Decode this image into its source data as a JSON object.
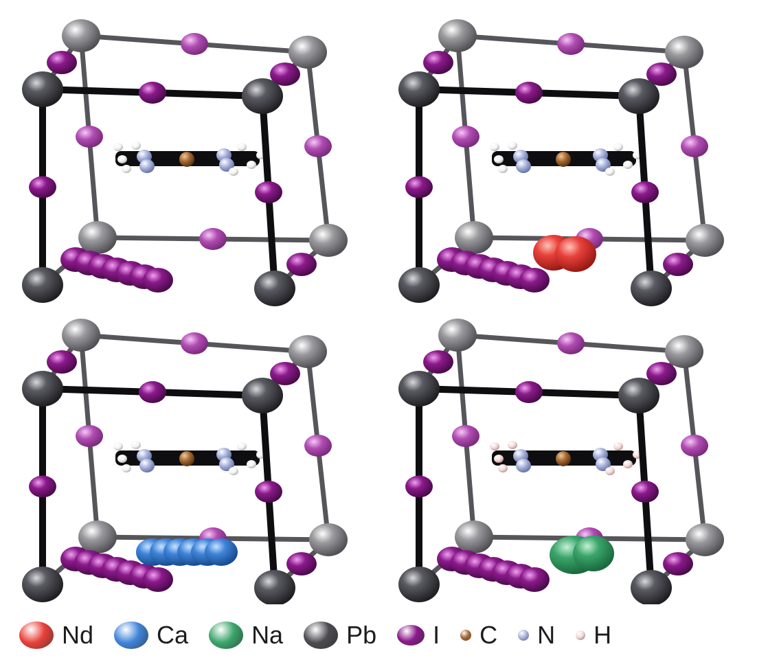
{
  "legend": {
    "items": [
      {
        "key": "nd",
        "label": "Nd",
        "color": "#e8413a",
        "size": "large"
      },
      {
        "key": "ca",
        "label": "Ca",
        "color": "#3f84d9",
        "size": "large"
      },
      {
        "key": "na",
        "label": "Na",
        "color": "#3aa56a",
        "size": "large"
      },
      {
        "key": "pb",
        "label": "Pb",
        "color": "#4a4a50",
        "size": "large"
      },
      {
        "key": "i",
        "label": "I",
        "color": "#8b1a8b",
        "size": "medium"
      },
      {
        "key": "c",
        "label": "C",
        "color": "#a56a34",
        "size": "small"
      },
      {
        "key": "n",
        "label": "N",
        "color": "#a9b4dc",
        "size": "small"
      },
      {
        "key": "h",
        "label": "H",
        "color": "#f4dada",
        "size": "tiny"
      }
    ]
  },
  "panels": [
    {
      "id": "top-left",
      "dopant": "none"
    },
    {
      "id": "top-right",
      "dopant": "nd"
    },
    {
      "id": "bottom-left",
      "dopant": "ca"
    },
    {
      "id": "bottom-right",
      "dopant": "na"
    }
  ]
}
